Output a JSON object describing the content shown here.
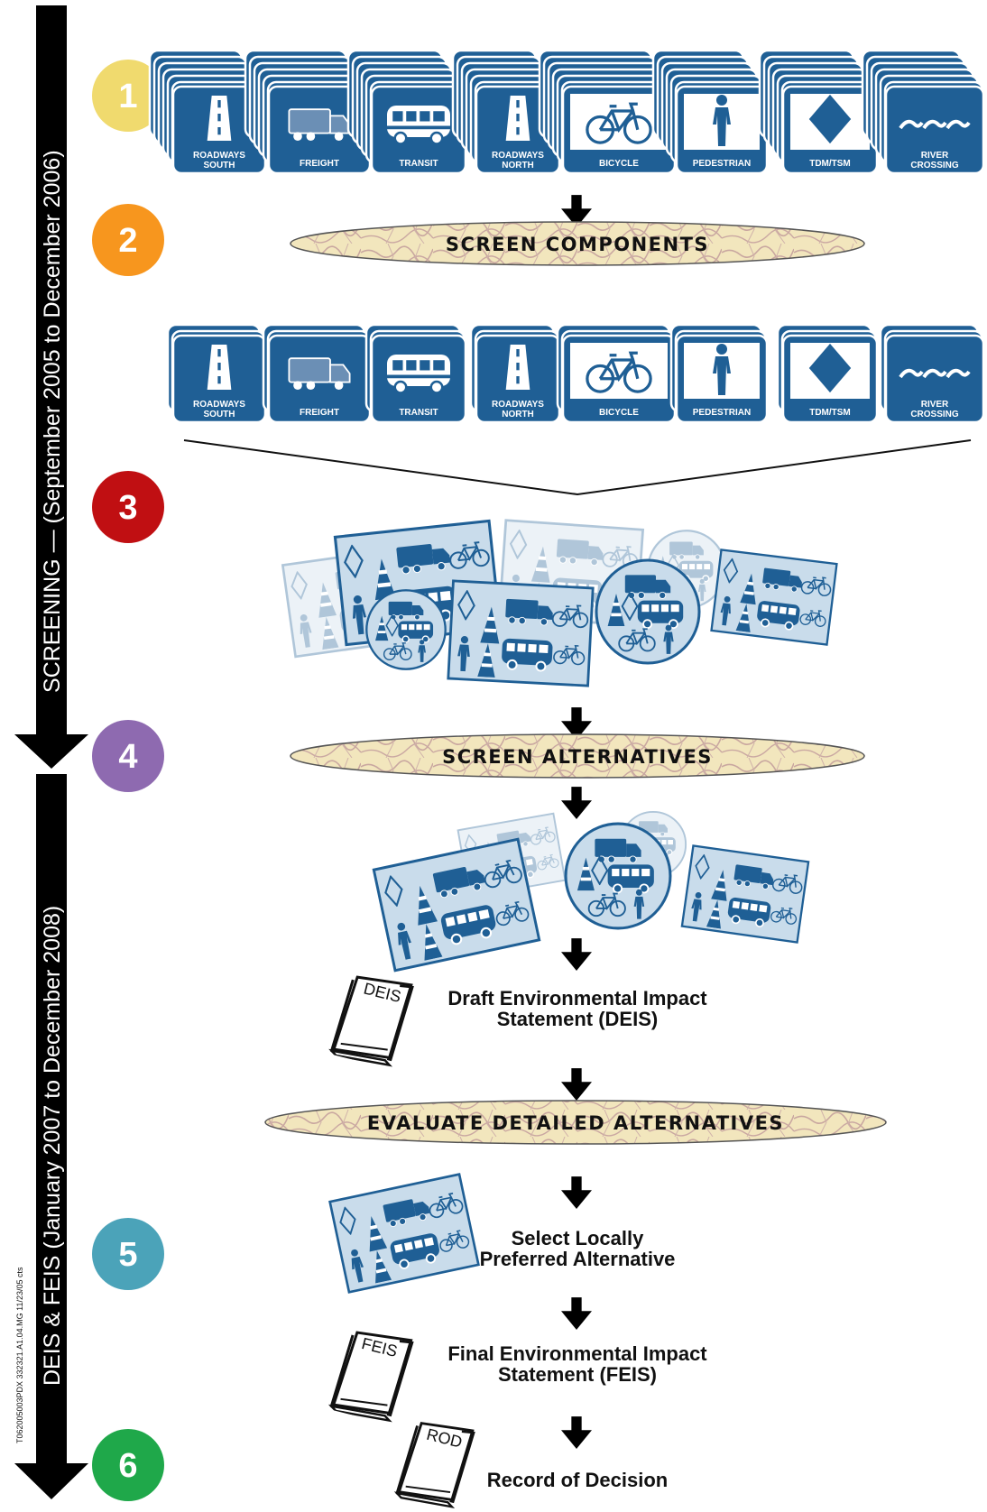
{
  "timeline": {
    "phase1_label": "SCREENING — (September 2005 to December 2006)",
    "phase2_label": "DEIS & FEIS (January 2007 to December 2008)",
    "tiny_code": "T062005003PDX 332321.A1.04.MG 11/23/05 cts"
  },
  "steps": [
    {
      "num": "1",
      "color": "#f0da6e"
    },
    {
      "num": "2",
      "color": "#f7961e"
    },
    {
      "num": "3",
      "color": "#c00f12"
    },
    {
      "num": "4",
      "color": "#8e6ab0"
    },
    {
      "num": "5",
      "color": "#4ba3b9"
    },
    {
      "num": "6",
      "color": "#1fa84a"
    }
  ],
  "components": [
    {
      "line1": "ROADWAYS",
      "line2": "SOUTH",
      "icon": "road-icon"
    },
    {
      "line1": "FREIGHT",
      "line2": "",
      "icon": "truck-icon"
    },
    {
      "line1": "TRANSIT",
      "line2": "",
      "icon": "bus-icon"
    },
    {
      "line1": "ROADWAYS",
      "line2": "NORTH",
      "icon": "road-icon"
    },
    {
      "line1": "BICYCLE",
      "line2": "",
      "icon": "bicycle-icon"
    },
    {
      "line1": "PEDESTRIAN",
      "line2": "",
      "icon": "pedestrian-icon"
    },
    {
      "line1": "TDM/TSM",
      "line2": "",
      "icon": "diamond-icon"
    },
    {
      "line1": "RIVER",
      "line2": "CROSSING",
      "icon": "waves-icon"
    }
  ],
  "ovals": {
    "screen_components": "SCREEN COMPONENTS",
    "screen_alternatives": "SCREEN ALTERNATIVES",
    "evaluate_detailed": "EVALUATE DETAILED ALTERNATIVES"
  },
  "docs": {
    "deis_tag": "DEIS",
    "deis_line1": "Draft Environmental Impact",
    "deis_line2": "Statement (DEIS)",
    "lpa_line1": "Select Locally",
    "lpa_line2": "Preferred Alternative",
    "feis_tag": "FEIS",
    "feis_line1": "Final Environmental Impact",
    "feis_line2": "Statement (FEIS)",
    "rod_tag": "ROD",
    "rod_text": "Record of Decision"
  },
  "colors": {
    "card_blue": "#1f5f95",
    "light_blue": "#c9dceb",
    "oval_fill": "#f2e6bd",
    "oval_vein": "#c9a7a0"
  }
}
